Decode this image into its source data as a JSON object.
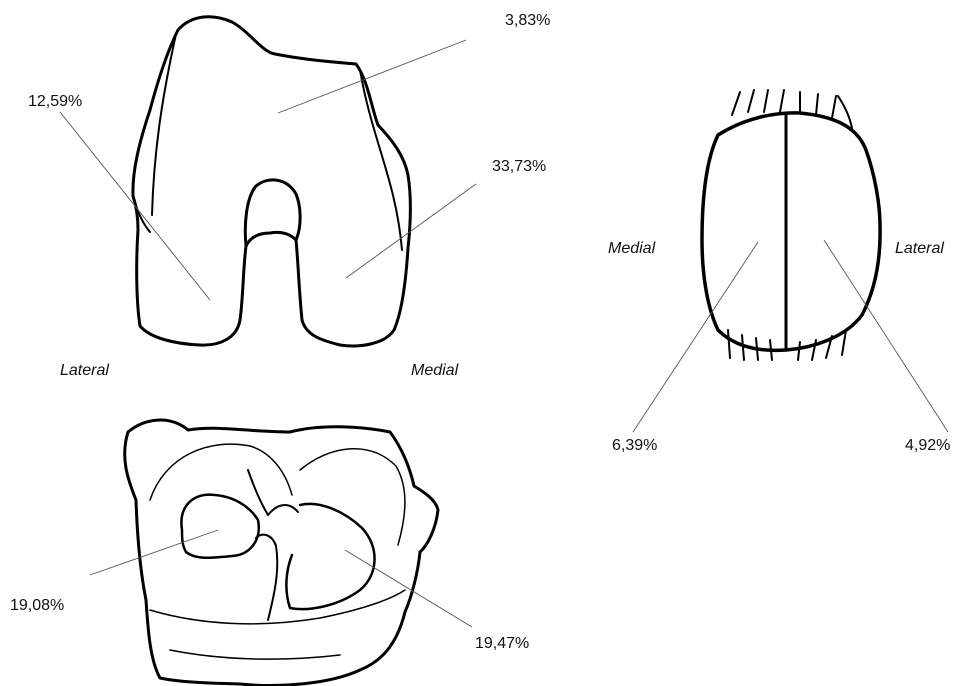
{
  "femur": {
    "regions": {
      "trochlea": "3,83%",
      "lateral_condyle": "12,59%",
      "medial_condyle": "33,73%"
    },
    "side_left": "Lateral",
    "side_right": "Medial"
  },
  "tibia": {
    "regions": {
      "lateral_plateau": "19,08%",
      "medial_plateau": "19,47%"
    }
  },
  "patella": {
    "side_left": "Medial",
    "side_right": "Lateral",
    "regions": {
      "medial_facet": "6,39%",
      "lateral_facet": "4,92%"
    }
  },
  "colors": {
    "outline": "#000000",
    "leader": "#555555"
  }
}
